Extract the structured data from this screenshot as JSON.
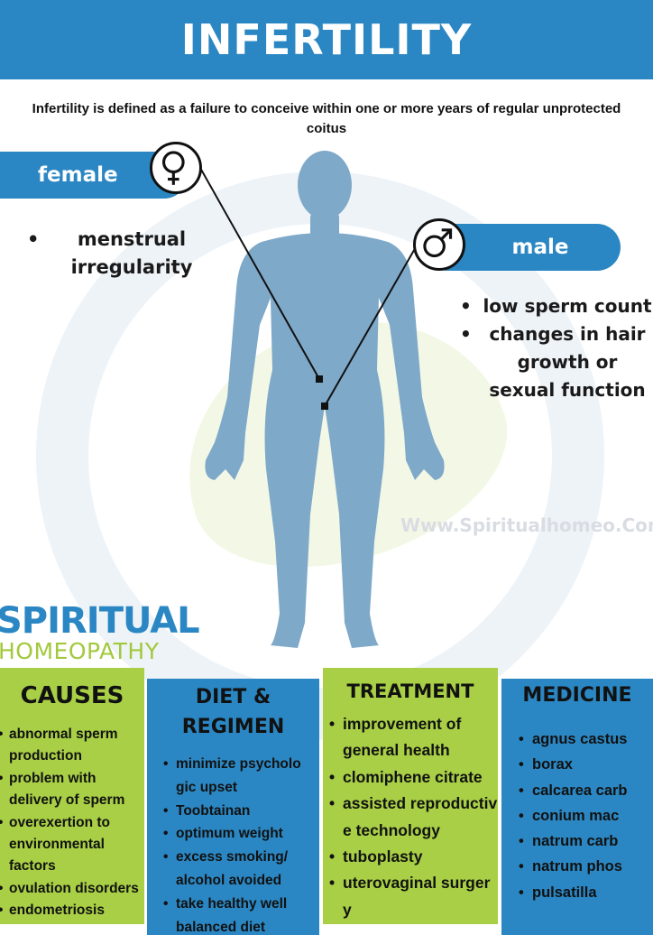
{
  "header": {
    "title": "INFERTILITY"
  },
  "definition": "Infertility is defined as a failure to conceive within one or more years of regular unprotected coitus",
  "female": {
    "label": "female",
    "symbol": "female-symbol-icon",
    "items": [
      "menstrual irregularity"
    ]
  },
  "male": {
    "label": "male",
    "symbol": "male-symbol-icon",
    "items": [
      "low sperm count",
      "changes in hair growth or sexual function"
    ]
  },
  "website": "Www.Spiritualhomeo.Com",
  "logo": {
    "line1": "SPIRITUAL",
    "line2": "HOMEOPATHY"
  },
  "colors": {
    "blue": "#2b87c3",
    "green": "#a8cf45",
    "body": "#7fa9c9"
  },
  "sections": [
    {
      "title": "CAUSES",
      "items": [
        "abnormal sperm production",
        "problem with delivery of sperm",
        "overexertion to environmental factors",
        "ovulation disorders",
        "endometriosis"
      ]
    },
    {
      "title": "DIET & REGIMEN",
      "items": [
        "minimize psycholo gic upset",
        "Toobtainan",
        "optimum weight",
        "excess smoking/ alcohol avoided",
        "take healthy well balanced diet"
      ]
    },
    {
      "title": "TREATMENT",
      "items": [
        "improvement of general health",
        "clomiphene citrate",
        "assisted reproductiv e technology",
        "tuboplasty",
        "uterovaginal surger y"
      ]
    },
    {
      "title": "MEDICINE",
      "items": [
        "agnus castus",
        "borax",
        "calcarea carb",
        "conium mac",
        "natrum carb",
        "natrum phos",
        "pulsatilla"
      ]
    }
  ]
}
